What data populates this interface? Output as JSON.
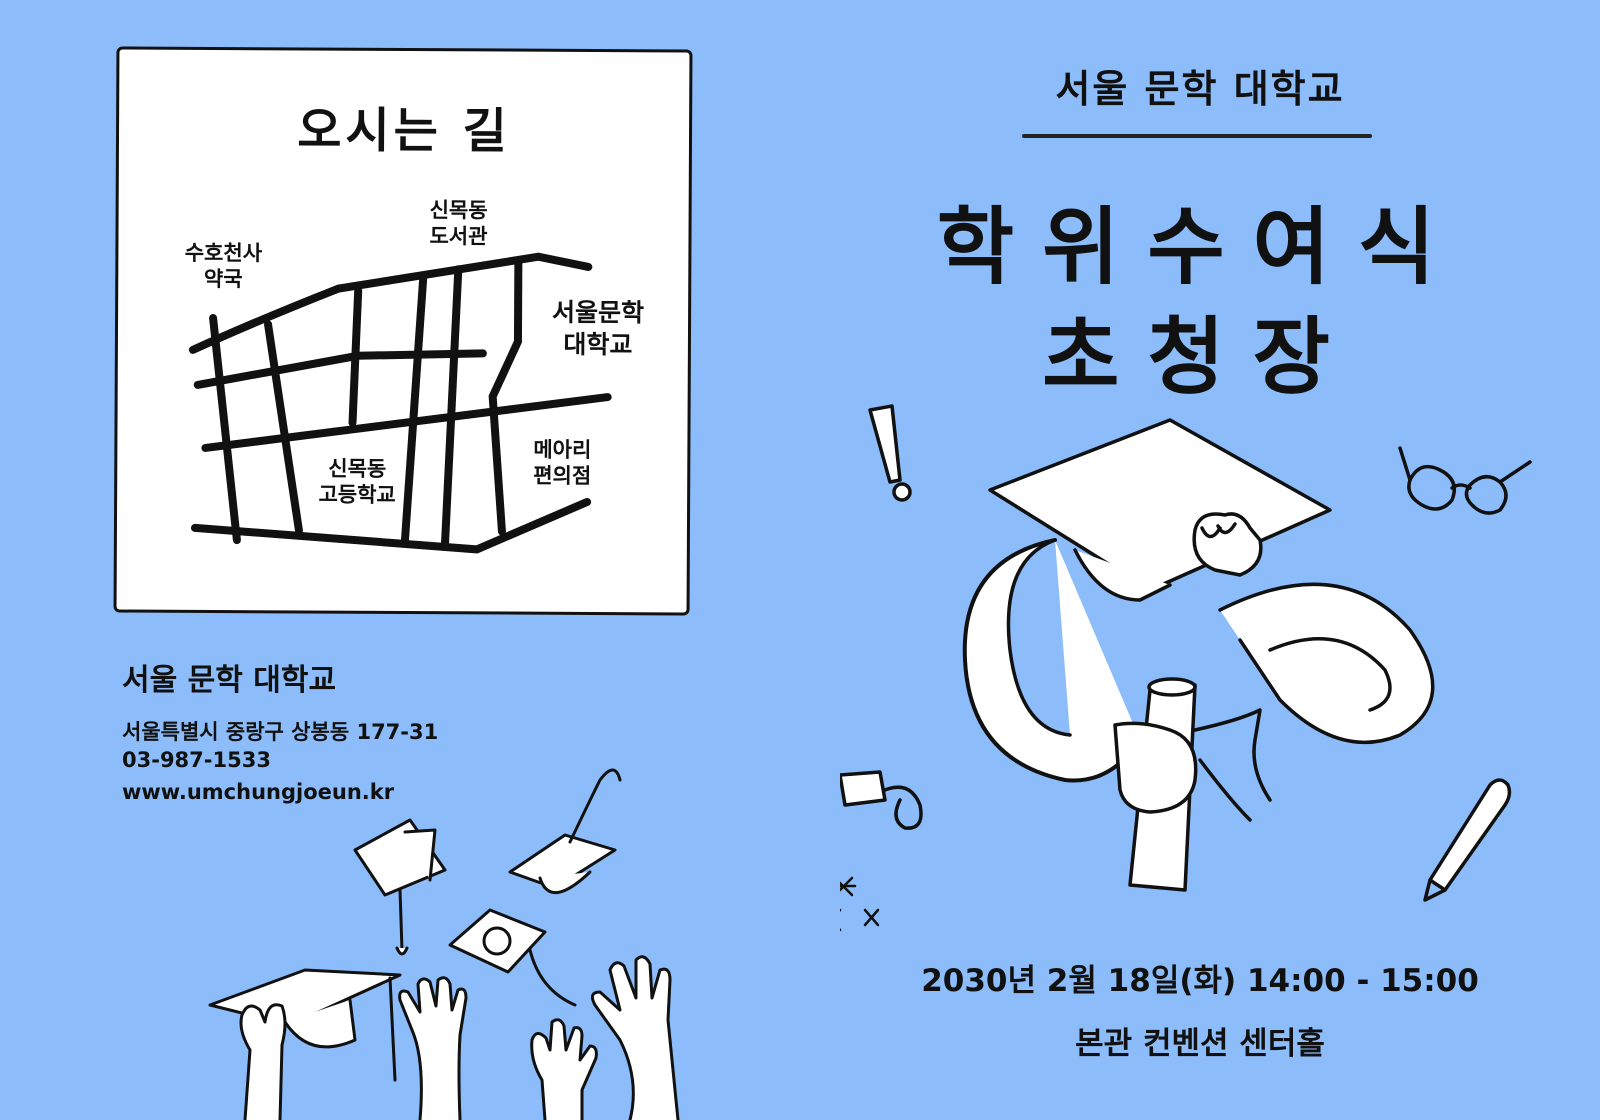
{
  "map": {
    "title": "오시는 길",
    "labels": {
      "pharmacy": [
        "수호천사",
        "약국"
      ],
      "library": [
        "신목동",
        "도서관"
      ],
      "university": [
        "서울문학",
        "대학교"
      ],
      "convenience": [
        "메아리",
        "편의점"
      ],
      "highschool": [
        "신목동",
        "고등학교"
      ]
    }
  },
  "info": {
    "name": "서울 문학 대학교",
    "address": "서울특별시 중랑구 상봉동 177-31",
    "phone": "03-987-1533",
    "website": "www.umchungjoeun.kr"
  },
  "invitation": {
    "university": "서울 문학 대학교",
    "title_line1": "학위수여식",
    "title_line2": "초청장",
    "date": "2030년 2월 18일(화) 14:00  - 15:00",
    "venue": "본관 컨벤션 센터홀"
  },
  "colors": {
    "background": "#8cbcfa",
    "ink": "#111111",
    "paper": "#ffffff"
  },
  "icons": [
    "graduation-cap-icon",
    "hands-icon",
    "diploma-icon",
    "glasses-icon",
    "pen-icon",
    "flag-icon",
    "exclamation-icon",
    "sparkle-icon"
  ]
}
